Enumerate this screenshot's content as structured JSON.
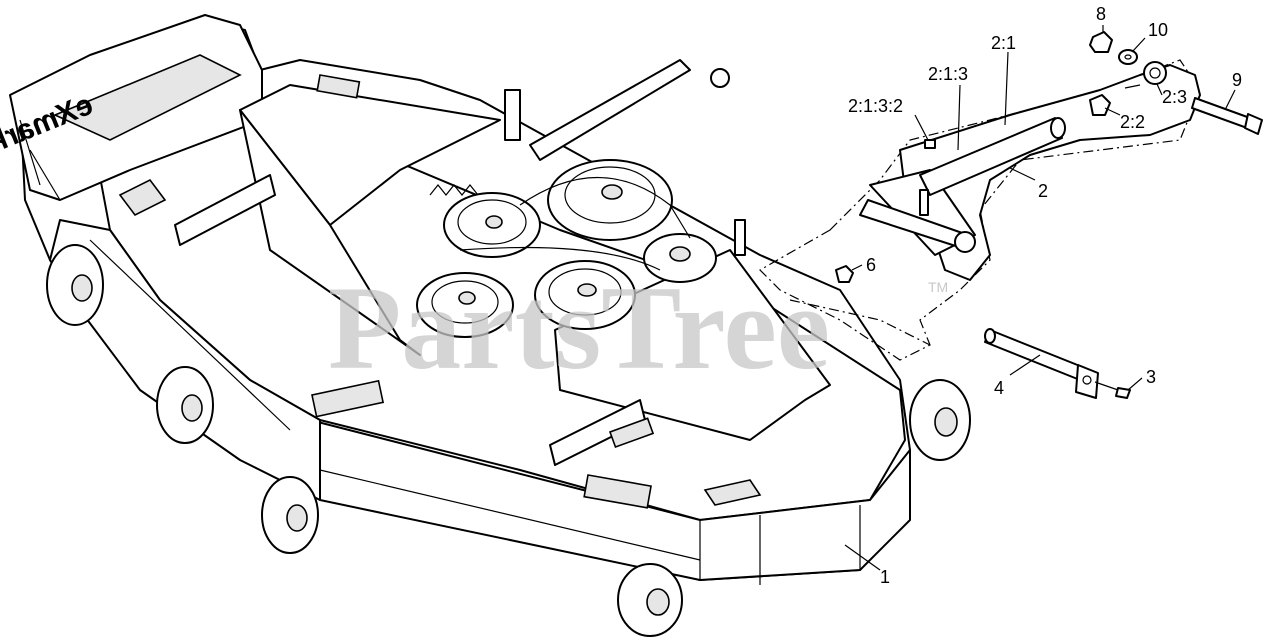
{
  "watermark": {
    "text": "PartsTree",
    "tm": "TM"
  },
  "deck": {
    "logo_text": "eXmark"
  },
  "callouts": [
    {
      "id": "8",
      "label": "8"
    },
    {
      "id": "10",
      "label": "10"
    },
    {
      "id": "2-1",
      "label": "2:1"
    },
    {
      "id": "2-1-3",
      "label": "2:1:3"
    },
    {
      "id": "9",
      "label": "9"
    },
    {
      "id": "2-1-3-2",
      "label": "2:1:3:2"
    },
    {
      "id": "2-3",
      "label": "2:3"
    },
    {
      "id": "2-2",
      "label": "2:2"
    },
    {
      "id": "2",
      "label": "2"
    },
    {
      "id": "6",
      "label": "6"
    },
    {
      "id": "3",
      "label": "3"
    },
    {
      "id": "4",
      "label": "4"
    },
    {
      "id": "1",
      "label": "1"
    }
  ]
}
